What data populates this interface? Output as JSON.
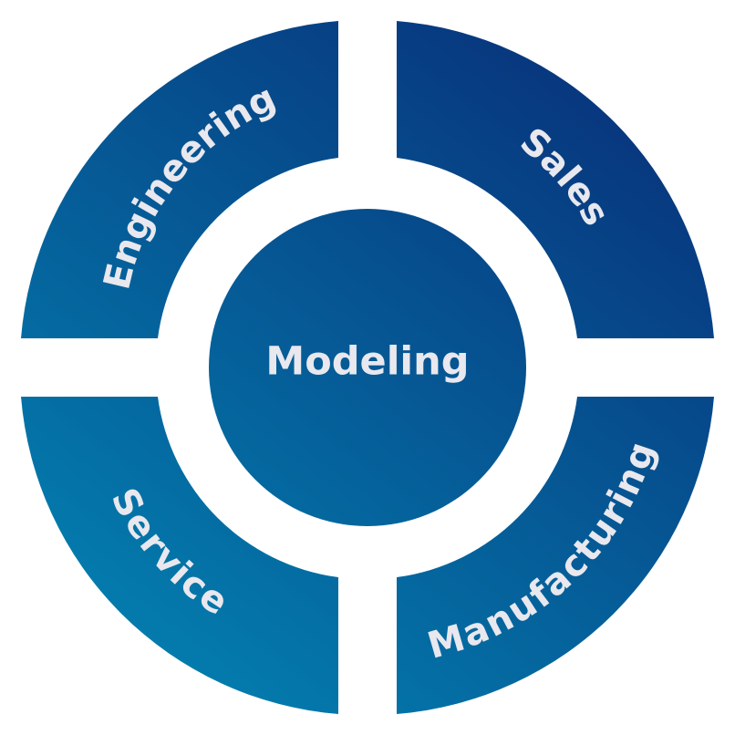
{
  "center": {
    "label": "Modeling"
  },
  "segments": [
    {
      "id": "engineering",
      "label": "Engineering"
    },
    {
      "id": "sales",
      "label": "Sales"
    },
    {
      "id": "manufacturing",
      "label": "Manufacturing"
    },
    {
      "id": "service",
      "label": "Service"
    }
  ],
  "colors": {
    "gradient_dark": "#08317a",
    "gradient_light": "#0383b2",
    "text": "#e8e8ee",
    "background": "#ffffff"
  }
}
